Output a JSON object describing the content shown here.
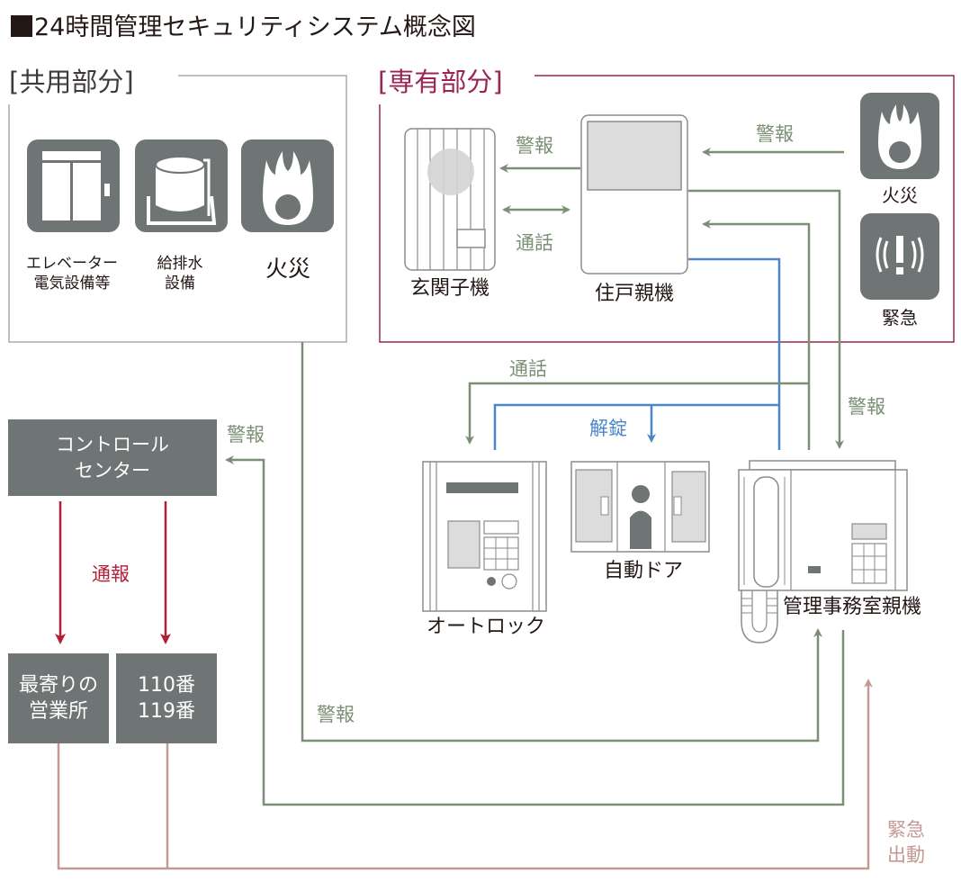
{
  "title": "24時間管理セキュリティシステム概念図",
  "sections": {
    "common": "[共用部分]",
    "private": "[専有部分]"
  },
  "common_items": [
    {
      "icon": "elevator-icon",
      "label_lines": [
        "エレベーター",
        "電気設備等"
      ]
    },
    {
      "icon": "water-tank-icon",
      "label_lines": [
        "給排水",
        "設備"
      ]
    },
    {
      "icon": "fire-icon",
      "label_lines": [
        "火災"
      ]
    }
  ],
  "private_devices": {
    "entrance_unit": "玄関子機",
    "home_master": "住戸親機",
    "fire": "火災",
    "emergency": "緊急"
  },
  "lobby_devices": {
    "autolock": "オートロック",
    "auto_door": "自動ドア",
    "office_master": "管理事務室親機"
  },
  "outside": {
    "control_center_lines": [
      "コントロール",
      "センター"
    ],
    "nearest_office_lines": [
      "最寄りの",
      "営業所"
    ],
    "emergency_numbers_lines": [
      "110番",
      "119番"
    ]
  },
  "flow_labels": {
    "alarm": "警報",
    "call": "通話",
    "unlock": "解錠",
    "report": "通報",
    "dispatch_lines": [
      "緊急",
      "出動"
    ]
  },
  "colors": {
    "green_line": "#7b8f74",
    "blue_line": "#4a86c8",
    "red_line": "#b11f37",
    "brown_line": "#c29a92",
    "private_border": "#9b2456",
    "icon_gray": "#6f7575"
  }
}
